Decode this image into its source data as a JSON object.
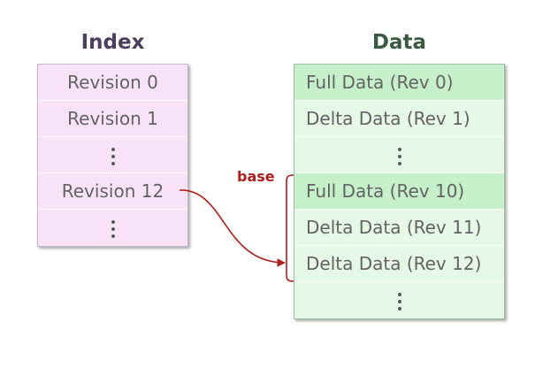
{
  "index": {
    "title": "Index",
    "rows": [
      "Revision 0",
      "Revision 1",
      "⋮",
      "Revision 12",
      "⋮"
    ]
  },
  "data": {
    "title": "Data",
    "rows": [
      "Full Data (Rev 0)",
      "Delta Data (Rev 1)",
      "⋮",
      "Full Data (Rev 10)",
      "Delta Data (Rev 11)",
      "Delta Data (Rev 12)",
      "⋮"
    ]
  },
  "base_label": "base",
  "colors": {
    "index_fill": "#f7e2f8",
    "data_fill": "#e6f8e6",
    "full_data_fill": "#c6f0c9",
    "connector": "#b01d1d"
  }
}
